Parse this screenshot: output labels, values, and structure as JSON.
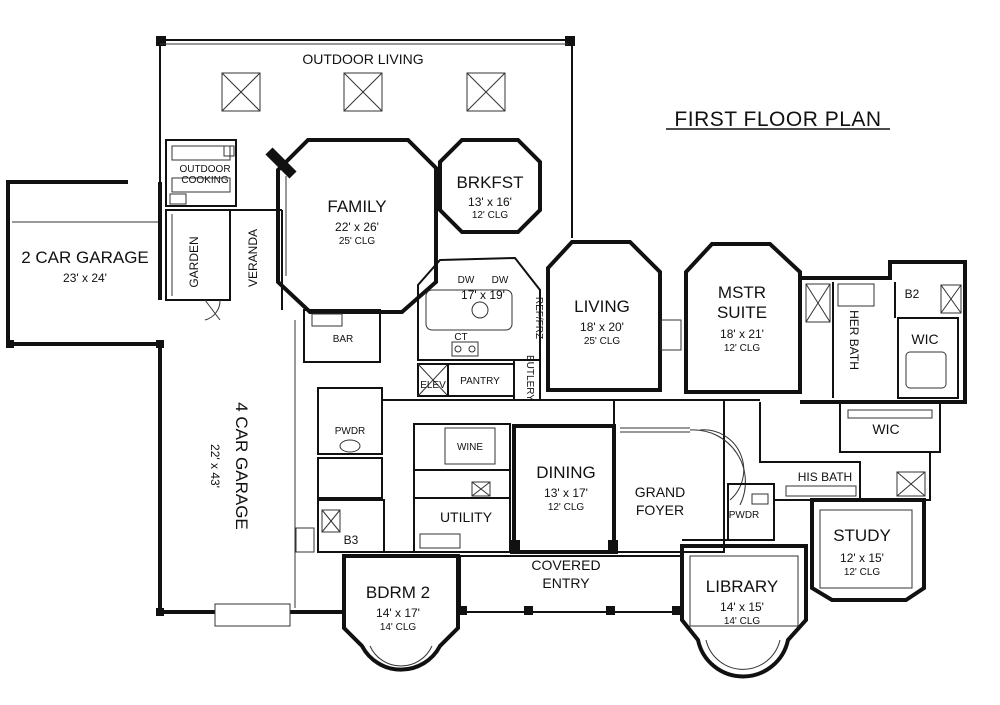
{
  "title": "FIRST FLOOR PLAN",
  "rooms": {
    "outdoor_living": {
      "name": "OUTDOOR LIVING"
    },
    "outdoor_cooking": {
      "name1": "OUTDOOR",
      "name2": "COOKING"
    },
    "family": {
      "name": "FAMILY",
      "size": "22' x 26'",
      "clg": "25' CLG"
    },
    "brkfst": {
      "name": "BRKFST",
      "size": "13' x 16'",
      "clg": "12' CLG"
    },
    "garage2": {
      "name": "2 CAR GARAGE",
      "size": "23' x 24'"
    },
    "garden": {
      "name": "GARDEN"
    },
    "veranda": {
      "name": "VERANDA"
    },
    "kitchen": {
      "dw1": "DW",
      "dw2": "DW",
      "size": "17' x 19'",
      "ct": "CT"
    },
    "bar": {
      "name": "BAR"
    },
    "living": {
      "name": "LIVING",
      "size": "18' x 20'",
      "clg": "25' CLG"
    },
    "ref_frz": {
      "name": "REF/FRZ"
    },
    "mstr_suite": {
      "name1": "MSTR",
      "name2": "SUITE",
      "size": "18' x 21'",
      "clg": "12' CLG"
    },
    "her_bath": {
      "name": "HER BATH"
    },
    "b2": {
      "name": "B2"
    },
    "wic1": {
      "name": "WIC"
    },
    "wic2": {
      "name": "WIC"
    },
    "his_bath": {
      "name": "HIS BATH"
    },
    "elev": {
      "name": "ELEV"
    },
    "pantry": {
      "name": "PANTRY"
    },
    "butlery": {
      "name": "BUTLERY"
    },
    "garage4": {
      "name": "4 CAR GARAGE",
      "size": "22' x 43'"
    },
    "pwdr1": {
      "name": "PWDR"
    },
    "wine": {
      "name": "WINE"
    },
    "dining": {
      "name": "DINING",
      "size": "13' x 17'",
      "clg": "12' CLG"
    },
    "grand_foyer": {
      "name1": "GRAND",
      "name2": "FOYER"
    },
    "pwdr2": {
      "name": "PWDR"
    },
    "study": {
      "name": "STUDY",
      "size": "12' x 15'",
      "clg": "12' CLG"
    },
    "utility": {
      "name": "UTILITY"
    },
    "b3": {
      "name": "B3"
    },
    "covered_entry": {
      "name1": "COVERED",
      "name2": "ENTRY"
    },
    "library": {
      "name": "LIBRARY",
      "size": "14' x 15'",
      "clg": "14' CLG"
    },
    "bdrm2": {
      "name": "BDRM 2",
      "size": "14' x 17'",
      "clg": "14' CLG"
    }
  }
}
